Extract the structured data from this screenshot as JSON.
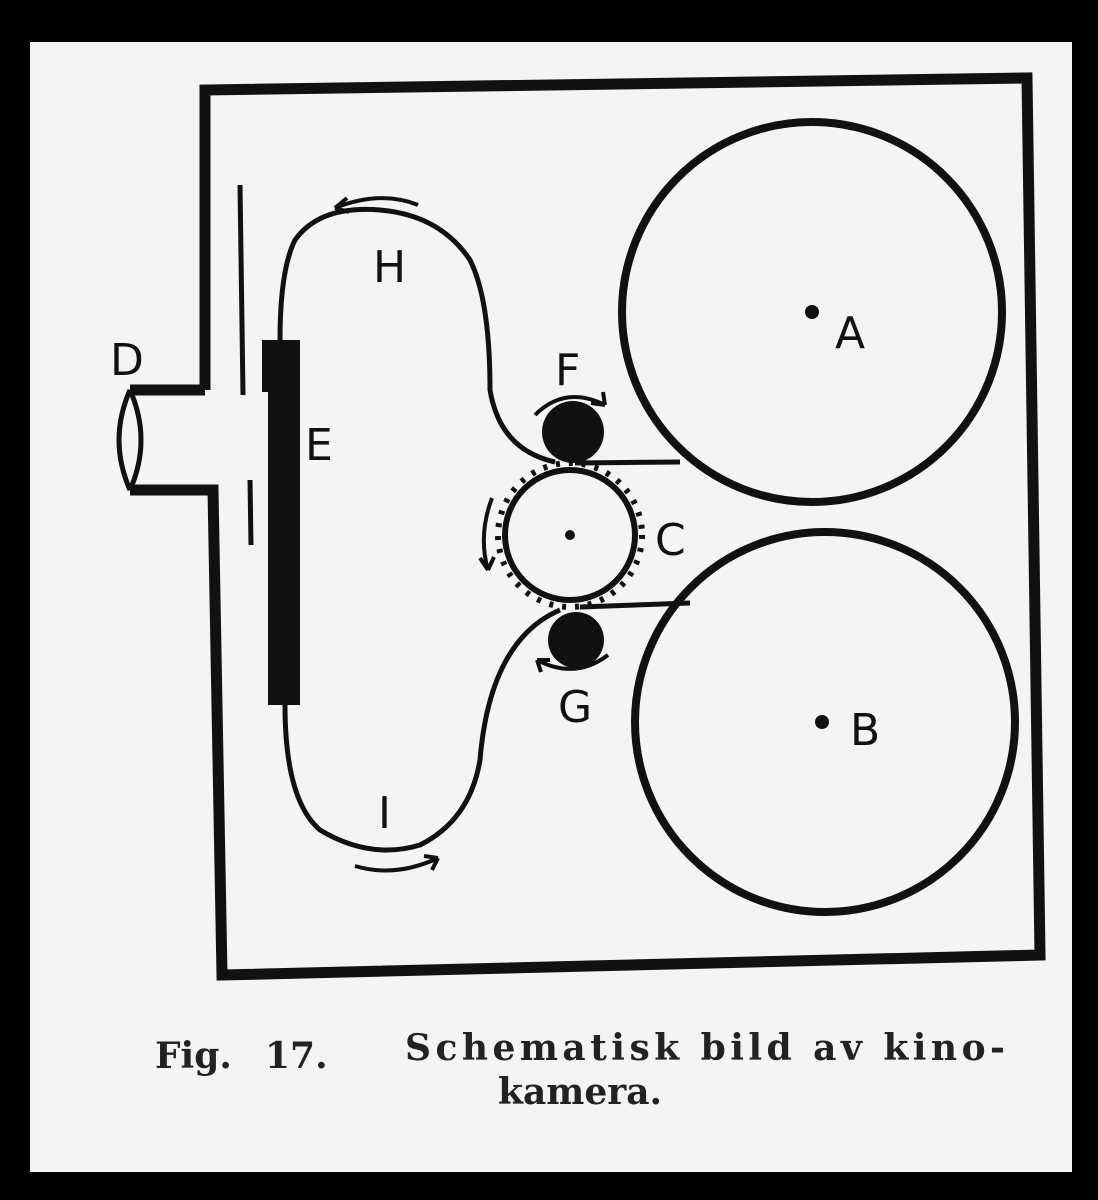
{
  "diagram": {
    "labels": {
      "A": "A",
      "B": "B",
      "C": "C",
      "D": "D",
      "E": "E",
      "F": "F",
      "G": "G",
      "H": "H",
      "I": "I"
    },
    "caption": {
      "fig": "Fig.",
      "number": "17.",
      "line1": "Schematisk bild av kino-",
      "line2": "kamera."
    }
  },
  "colors": {
    "background": "#000000",
    "paper": "#f4f4f2",
    "ink": "#111111"
  }
}
